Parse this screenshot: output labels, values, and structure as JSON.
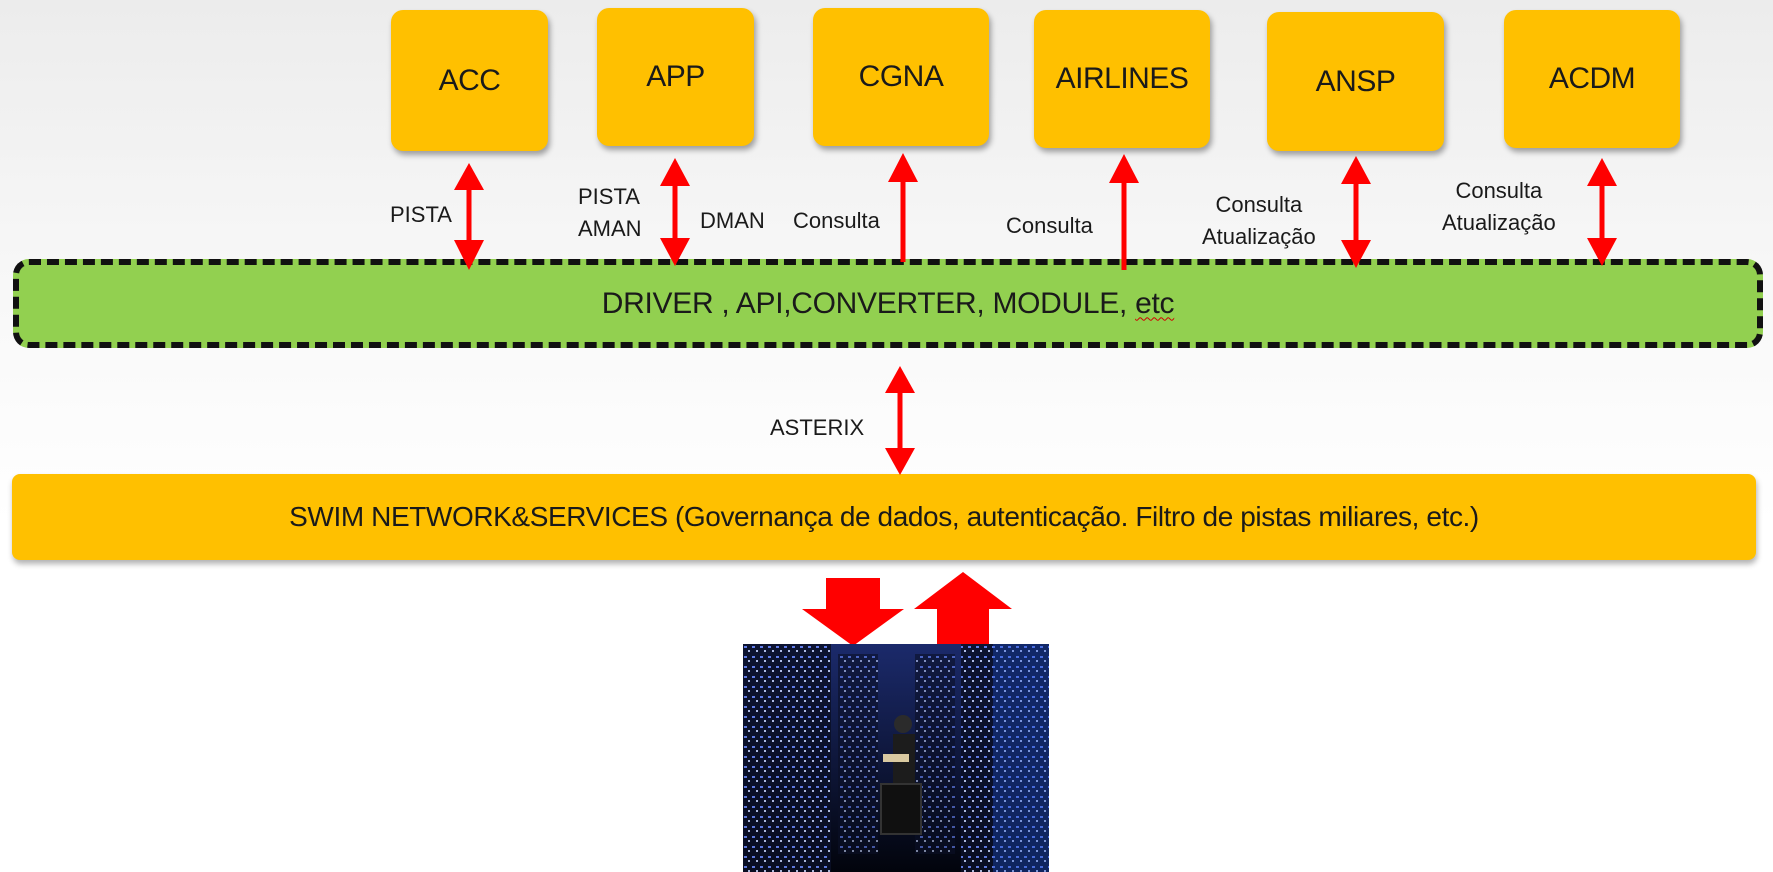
{
  "top_nodes": [
    {
      "label": "ACC"
    },
    {
      "label": "APP"
    },
    {
      "label": "CGNA"
    },
    {
      "label": "AIRLINES"
    },
    {
      "label": "ANSP"
    },
    {
      "label": "ACDM"
    }
  ],
  "edge_labels": {
    "acc": "PISTA",
    "app_line1": "PISTA",
    "app_line2": "AMAN",
    "app_right": "DMAN",
    "cgna": "Consulta",
    "airlines": "Consulta",
    "ansp_line1": "Consulta",
    "ansp_line2": "Atualização",
    "acdm_line1": "Consulta",
    "acdm_line2": "Atualização",
    "asterix": "ASTERIX"
  },
  "driver_layer": {
    "text": "DRIVER , API,CONVERTER,  MODULE,",
    "etc": "etc"
  },
  "swim_layer": {
    "text": "SWIM NETWORK&SERVICES (Governança de dados, autenticação. Filtro de pistas miliares, etc.)"
  },
  "colors": {
    "node_fill": "#ffc000",
    "driver_fill": "#92d050",
    "arrow": "#ff0000",
    "block_arrow": "#ff0000"
  },
  "icons": {
    "datacenter_photo": "server-room-photo"
  }
}
